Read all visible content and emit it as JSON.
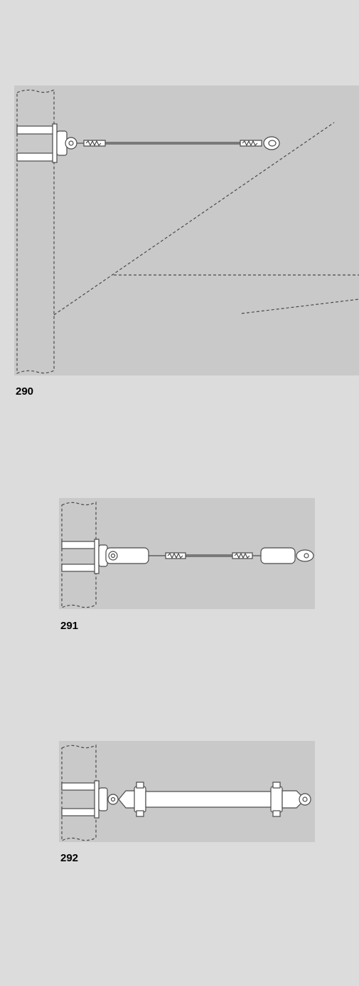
{
  "figures": [
    {
      "label": "290"
    },
    {
      "label": "291"
    },
    {
      "label": "292"
    }
  ],
  "colors": {
    "page": "#dcdcdc",
    "panel": "#c9c9c9",
    "line": "#4a4a4a",
    "part": "#ffffff"
  }
}
